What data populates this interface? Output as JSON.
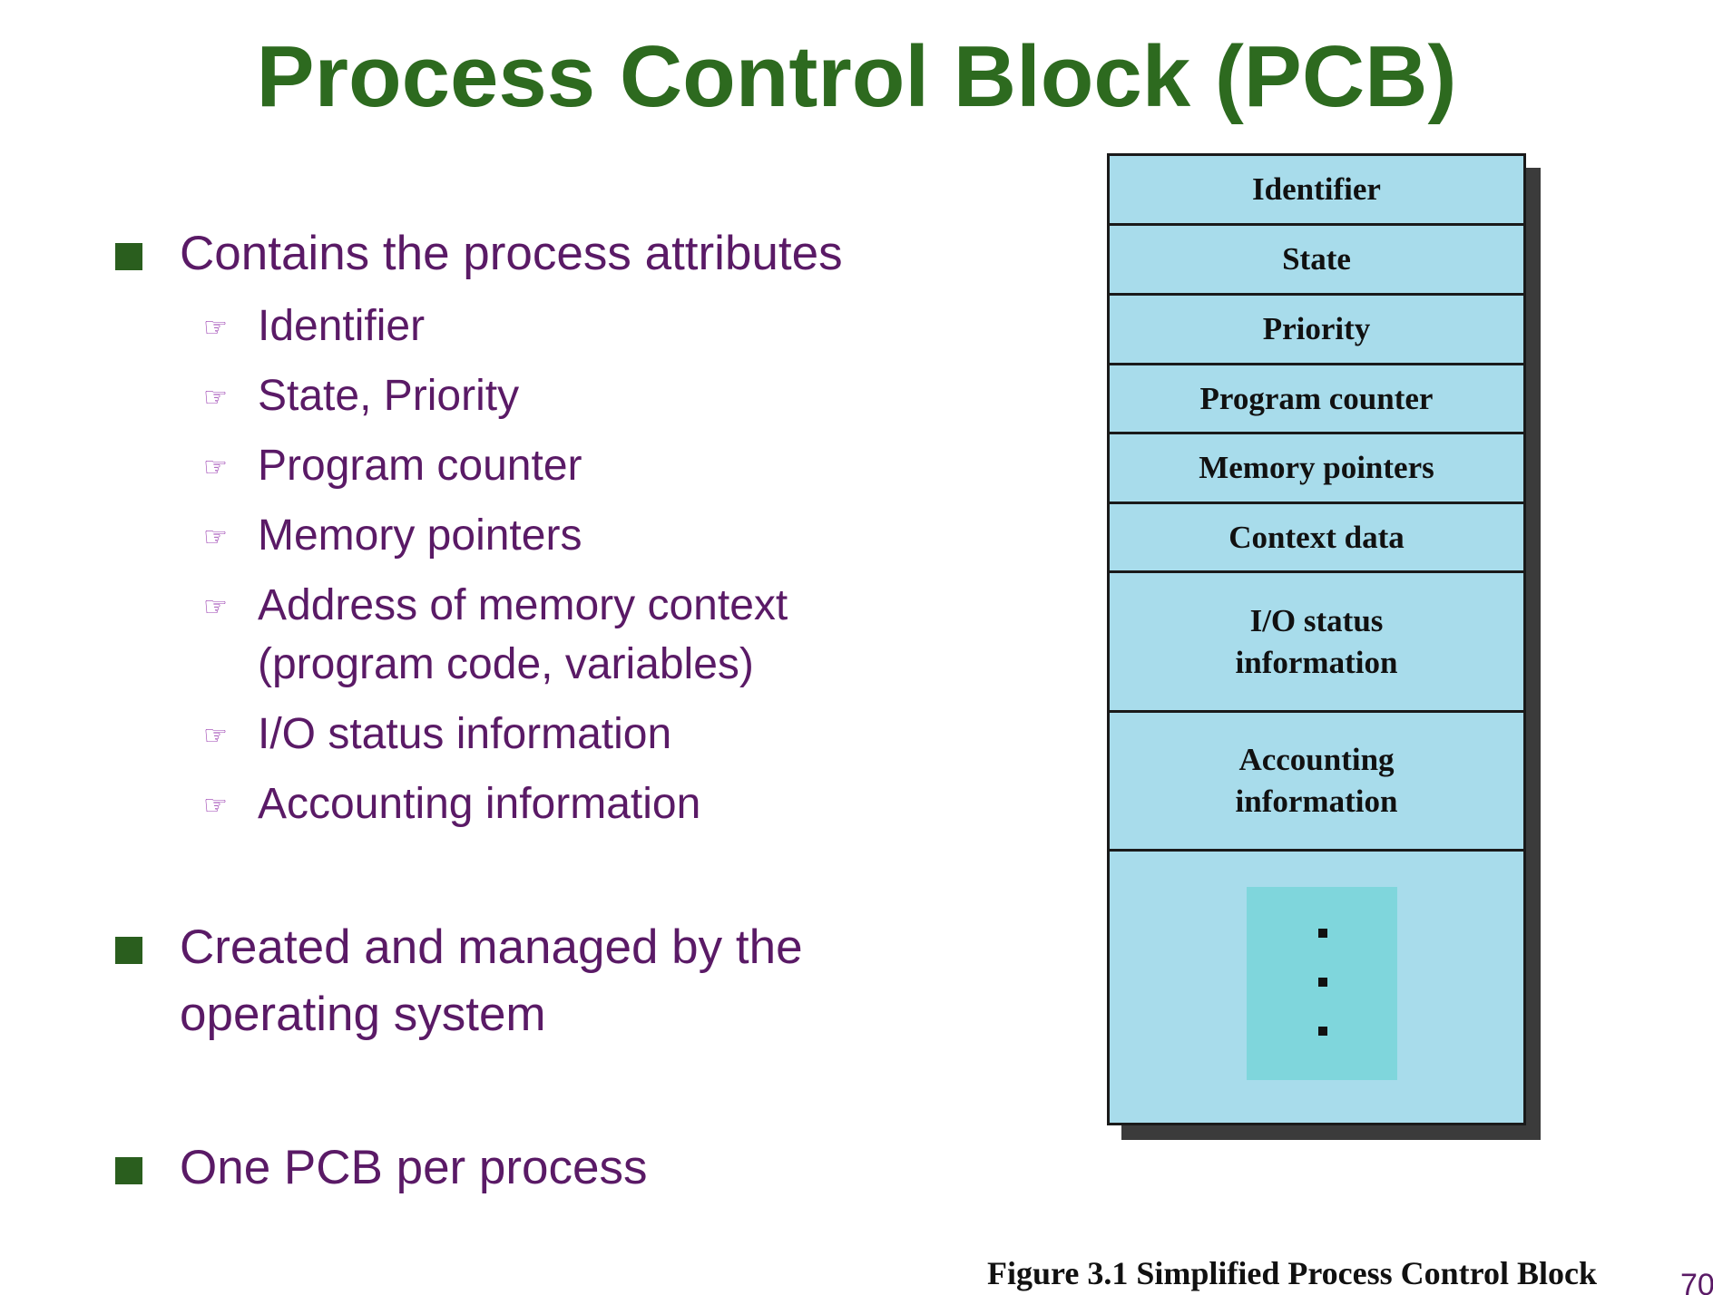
{
  "title": "Process Control Block (PCB)",
  "bullets": [
    {
      "text": "Contains the process attributes",
      "subitems": [
        {
          "line1": "Identifier"
        },
        {
          "line1": "State, Priority"
        },
        {
          "line1": "Program counter"
        },
        {
          "line1": "Memory pointers"
        },
        {
          "line1": "Address of memory context",
          "line2": "(program code, variables)"
        },
        {
          "line1": "I/O status information"
        },
        {
          "line1": "Accounting information"
        }
      ]
    },
    {
      "line1": "Created and managed by the",
      "line2": "operating system"
    },
    {
      "text": "One PCB per process"
    }
  ],
  "sub_icon": "pointing-hand-icon",
  "sub_icon_glyph": "☞",
  "figure": {
    "cells": [
      {
        "line1": "Identifier"
      },
      {
        "line1": "State"
      },
      {
        "line1": "Priority"
      },
      {
        "line1": "Program counter"
      },
      {
        "line1": "Memory pointers"
      },
      {
        "line1": "Context data"
      },
      {
        "line1": "I/O status",
        "line2": "information"
      },
      {
        "line1": "Accounting",
        "line2": "information"
      }
    ],
    "caption": "Figure 3.1  Simplified Process Control Block"
  },
  "page_number": "70",
  "colors": {
    "title": "#2d6a1f",
    "text": "#5a1a66",
    "bullet_marker": "#2a5e1e",
    "pcb_fill": "#a8dceb",
    "dots_fill": "#7fd6dc"
  }
}
